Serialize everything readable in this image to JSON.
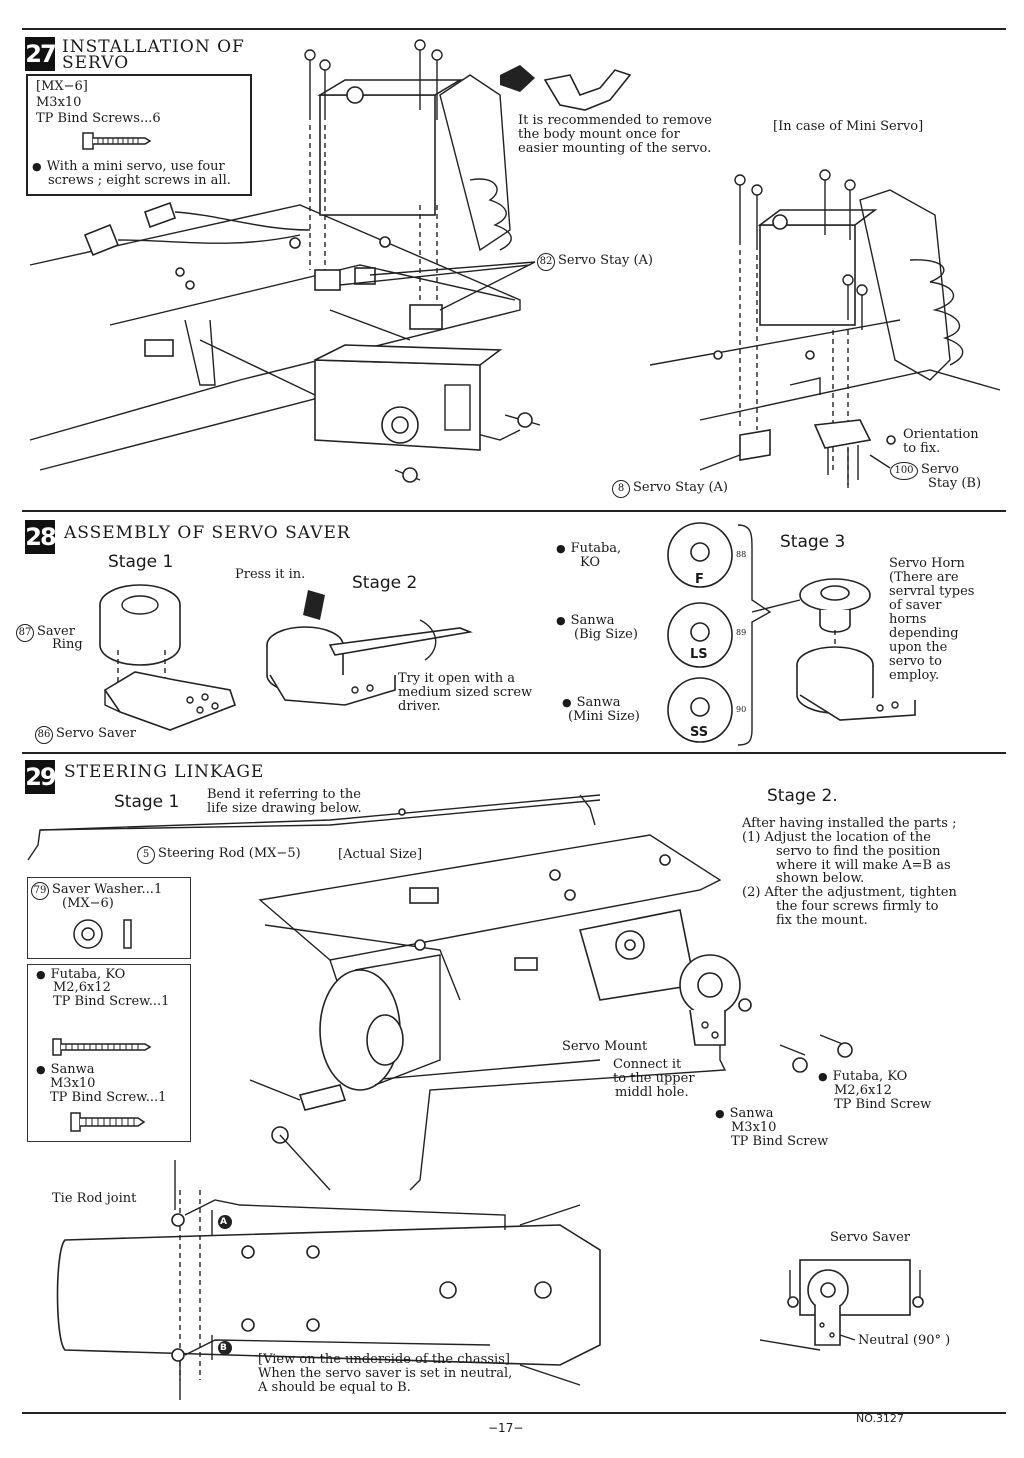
{
  "sec27": {
    "number": "27",
    "title_l1": "INSTALLATION OF",
    "title_l2": "SERVO",
    "box_l1": "[MX−6]",
    "box_l2": "M3x10",
    "box_l3": "TP Bind Screws...6",
    "box_note_l1": "With a mini servo, use four",
    "box_note_l2": "screws ; eight screws in all.",
    "rec_l1": "It is recommended to remove",
    "rec_l2": "the body mount once for",
    "rec_l3": "easier mounting of the servo.",
    "mini_case": "[In case of Mini Servo]",
    "servo_stay_a_num": "82",
    "servo_stay_a": "Servo Stay (A)",
    "servo_stay_a2_num": "8",
    "servo_stay_a2": "Servo Stay (A)",
    "orient_l1": "Orientation",
    "orient_l2": "to fix.",
    "servo_stay_b_num": "100",
    "servo_stay_b_l1": "Servo",
    "servo_stay_b_l2": "Stay (B)"
  },
  "sec28": {
    "number": "28",
    "title": "ASSEMBLY OF SERVO SAVER",
    "stage1": "Stage 1",
    "stage2": "Stage 2",
    "stage3": "Stage 3",
    "press": "Press it in.",
    "saver_ring_num": "87",
    "saver_ring_l1": "Saver",
    "saver_ring_l2": "Ring",
    "servo_saver_num": "86",
    "servo_saver": "Servo Saver",
    "try_l1": "Try it open with a",
    "try_l2": "medium sized screw",
    "try_l3": "driver.",
    "futaba_l1": "Futaba,",
    "futaba_l2": "KO",
    "futaba_code": "F",
    "futaba_num": "88",
    "sanwa_big_l1": "Sanwa",
    "sanwa_big_l2": "(Big Size)",
    "sanwa_big_code": "LS",
    "sanwa_big_num": "89",
    "sanwa_mini_l1": "Sanwa",
    "sanwa_mini_l2": "(Mini Size)",
    "sanwa_mini_code": "SS",
    "sanwa_mini_num": "90",
    "horn_l1": "Servo Horn",
    "horn_l2": "(There are",
    "horn_l3": "servral types",
    "horn_l4": "of saver",
    "horn_l5": "horns",
    "horn_l6": "depending",
    "horn_l7": "upon the",
    "horn_l8": "servo to",
    "horn_l9": "employ."
  },
  "sec29": {
    "number": "29",
    "title": "STEERING LINKAGE",
    "stage1": "Stage 1",
    "bend_l1": "Bend it referring to the",
    "bend_l2": "life size drawing below.",
    "rod_num": "5",
    "rod": "Steering Rod (MX−5)",
    "actual": "[Actual Size]",
    "washer_num": "79",
    "washer_l1": "Saver Washer...1",
    "washer_l2": "(MX−6)",
    "futaba_l1": "Futaba, KO",
    "futaba_l2": "M2,6x12",
    "futaba_l3": "TP Bind Screw...1",
    "sanwa_l1": "Sanwa",
    "sanwa_l2": "M3x10",
    "sanwa_l3": "TP Bind Screw...1",
    "stage2": "Stage 2.",
    "after_l1": "After having installed the parts ;",
    "after_l2": "(1) Adjust the location of the",
    "after_l3": "servo to find the position",
    "after_l4": "where it will make A=B as",
    "after_l5": "shown below.",
    "after_l6": "(2) After the adjustment, tighten",
    "after_l7": "the four screws firmly to",
    "after_l8": "fix the mount.",
    "servo_mount": "Servo Mount",
    "connect_l1": "Connect it",
    "connect_l2": "to the upper",
    "connect_l3": "middl hole.",
    "ko_l1": "Futaba, KO",
    "ko_l2": "M2,6x12",
    "ko_l3": "TP Bind Screw",
    "sw_l1": "Sanwa",
    "sw_l2": "M3x10",
    "sw_l3": "TP Bind Screw",
    "tie_rod": "Tie Rod joint",
    "label_a": "A",
    "label_b": "B",
    "view_l1": "[View on the underside of the chassis]",
    "view_l2": "When the servo saver is set in neutral,",
    "view_l3": "A should be equal to B.",
    "servo_saver": "Servo Saver",
    "neutral": "Neutral (90° )"
  },
  "footer": {
    "page": "−17−",
    "doc_no": "NO.3127"
  }
}
